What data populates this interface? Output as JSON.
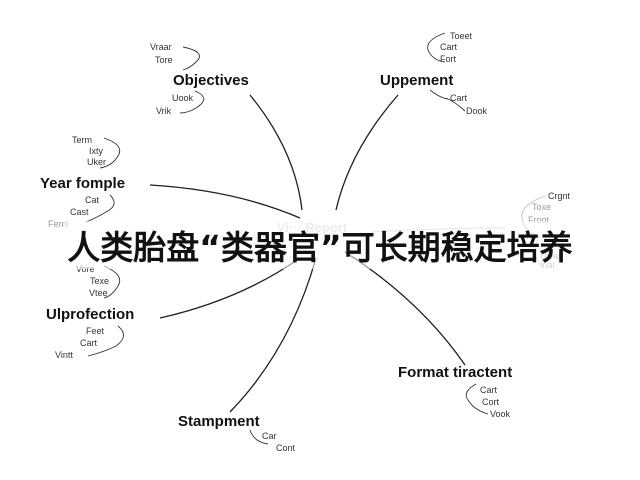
{
  "banner": "人类胎盘“类器官”可长期稳定培养",
  "center": "Vi··· Report",
  "nodes": [
    {
      "key": "objectives",
      "title": "Objectives",
      "leaves": [
        "Vraar",
        "Tore",
        "Uook",
        "Vrik"
      ]
    },
    {
      "key": "uppement",
      "title": "Uppement",
      "leaves": [
        "Toeet",
        "Cart",
        "Fort",
        "Cart",
        "Dook"
      ]
    },
    {
      "key": "year",
      "title": "Year fomple",
      "leaves": [
        "Term",
        "Ixty",
        "Uker",
        "Cat",
        "Cast",
        "Ferni"
      ]
    },
    {
      "key": "right",
      "title": "",
      "leaves": [
        "Crgnt",
        "Toxe",
        "Froot",
        "Uwar",
        "Inal"
      ]
    },
    {
      "key": "ulprofection",
      "title": "Ulprofection",
      "leaves": [
        "Vore",
        "Texe",
        "Vtee",
        "Feet",
        "Cart",
        "Vintt"
      ]
    },
    {
      "key": "format",
      "title": "Format tiractent",
      "leaves": [
        "Cart",
        "Cort",
        "Vook"
      ]
    },
    {
      "key": "stampment",
      "title": "Stampment",
      "leaves": [
        "Car",
        "Cont"
      ]
    }
  ]
}
